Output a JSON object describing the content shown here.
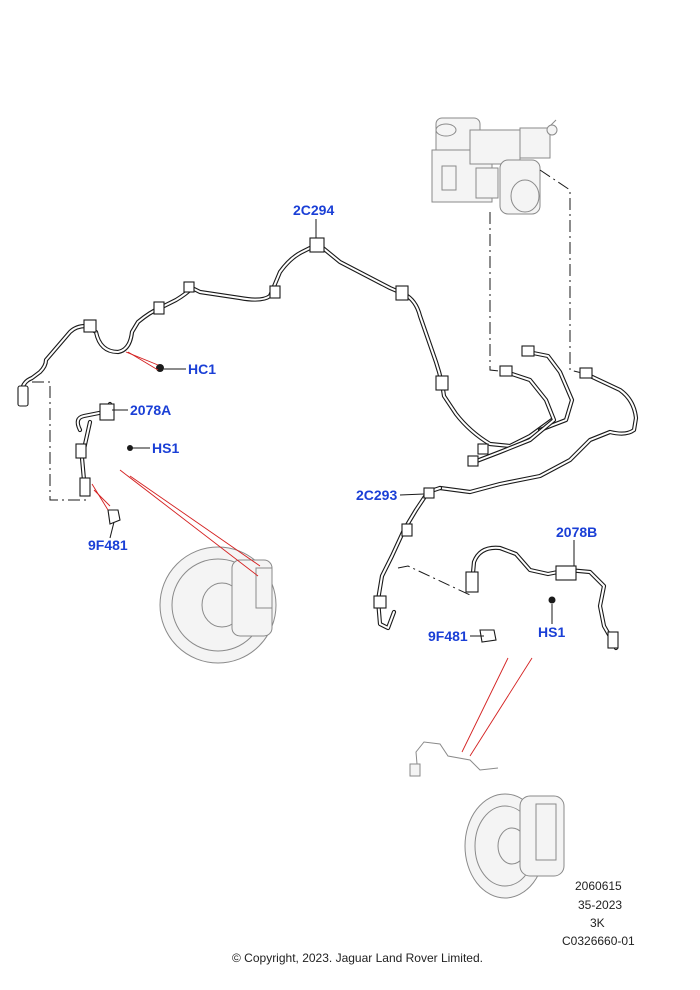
{
  "callouts": {
    "c2c294": "2C294",
    "hc1": "HC1",
    "c2078a": "2078A",
    "hs1_left": "HS1",
    "c9f481_left": "9F481",
    "c2c293": "2C293",
    "c2078b": "2078B",
    "c9f481_right": "9F481",
    "hs1_right": "HS1"
  },
  "info": {
    "line1": "2060615",
    "line2": "35-2023",
    "line3": "3K",
    "line4": "C0326660-01"
  },
  "copyright": "© Copyright, 2023. Jaguar Land Rover Limited.",
  "colors": {
    "callout": "#1a3fd6",
    "pointer_lines": "#d42020",
    "line_art": "#1a1a1a",
    "ghost_parts": "#8a8a8a"
  }
}
